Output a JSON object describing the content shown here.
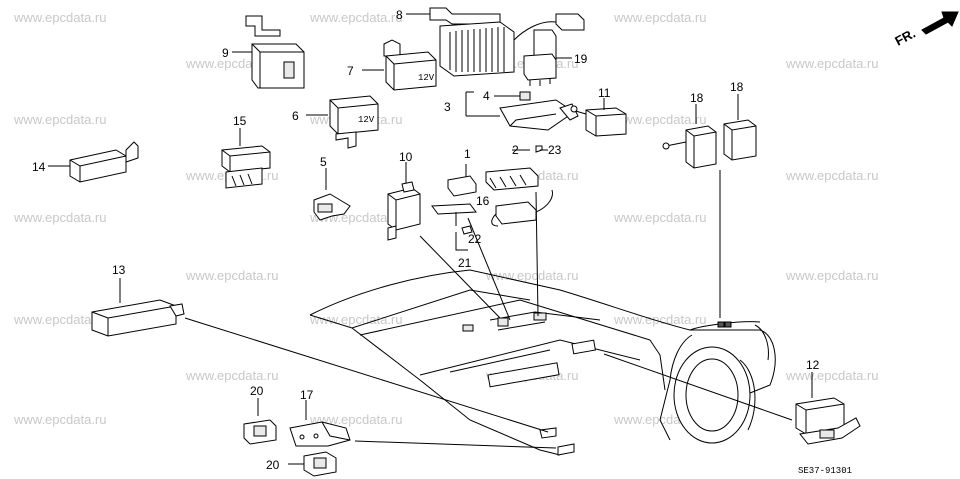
{
  "watermark": "www.epcdata.ru",
  "direction_label": "FR.",
  "diagram_code": "SE37-91301",
  "part_labels": [
    "1",
    "2",
    "3",
    "4",
    "5",
    "6",
    "7",
    "8",
    "9",
    "10",
    "11",
    "12",
    "13",
    "14",
    "15",
    "16",
    "17",
    "18",
    "18",
    "19",
    "20",
    "20",
    "21",
    "22",
    "23"
  ]
}
